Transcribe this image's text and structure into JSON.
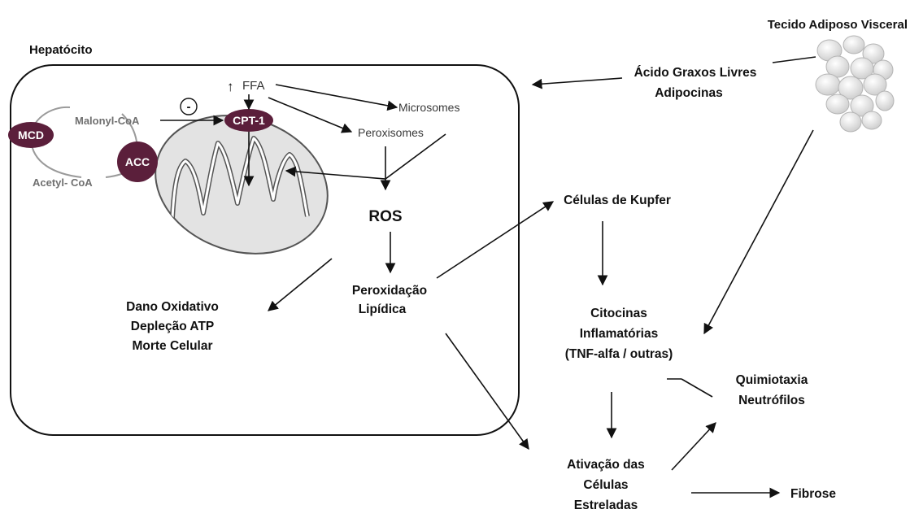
{
  "labels": {
    "hepatocito": "Hepatócito",
    "tecido_adiposo": "Tecido Adiposo Visceral",
    "ffa_lines": [
      "Ácido Graxos Livres",
      "Adipocinas"
    ],
    "ffa": "FFA",
    "up_arrow": "↑",
    "microsomes": "Microsomes",
    "peroxisomes": "Peroxisomes",
    "malonyl": "Malonyl-CoA",
    "acetyl": "Acetyl- CoA",
    "minus": "-",
    "ros": "ROS",
    "peroxidacao": [
      "Peroxidação",
      "Lipídica"
    ],
    "dano": [
      "Dano Oxidativo",
      "Depleção ATP",
      "Morte Celular"
    ],
    "kupfer": "Células de Kupfer",
    "citocinas": [
      "Citocinas",
      "Inflamatórias",
      "(TNF-alfa / outras)"
    ],
    "quimiotaxia": [
      "Quimiotaxia",
      "Neutrófilos"
    ],
    "ativacao": [
      "Ativação das",
      "Células",
      "Estreladas"
    ],
    "fibrose": "Fibrose"
  },
  "enzymes": {
    "mcd": "MCD",
    "acc": "ACC",
    "cpt1": "CPT-1"
  },
  "colors": {
    "enzyme_fill": "#5b1f3b",
    "mito_fill": "#e3e3e3",
    "loop_stroke": "#9a9a9a",
    "fat_cell": "#e6e6e6"
  }
}
